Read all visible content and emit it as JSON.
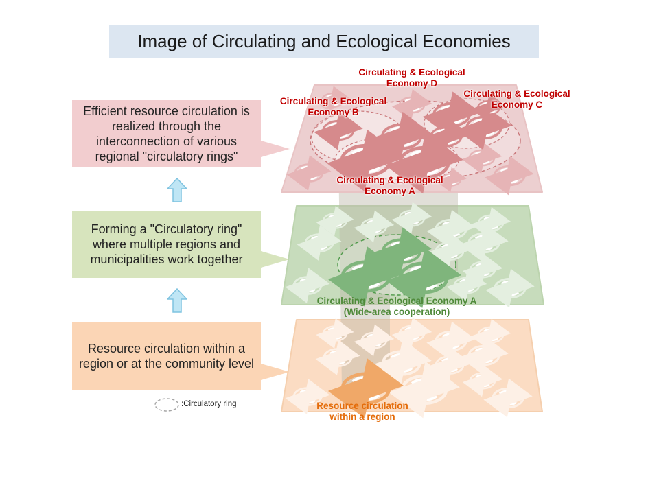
{
  "title": "Image of Circulating and Ecological Economies",
  "callouts": {
    "top": "Efficient resource circulation is realized through the interconnection of various regional \"circulatory rings\"",
    "middle": "Forming a \"Circulatory ring\" where multiple regions and municipalities work together",
    "bottom": "Resource circulation within a region or at the community level"
  },
  "labels": {
    "economy_d": "Circulating & Ecological Economy D",
    "economy_b": "Circulating & Ecological Economy B",
    "economy_c": "Circulating & Ecological Economy C",
    "economy_a_top": "Circulating & Ecological Economy A",
    "economy_a_mid": "Circulating & Ecological Economy A",
    "wide_area": "(Wide-area cooperation)",
    "resource_line1": "Resource circulation",
    "resource_line2": "within a region"
  },
  "legend": {
    "text": ":Circulatory ring",
    "icon": "dashed-ellipse-icon"
  },
  "colors": {
    "red_layer": "#eccfd0",
    "green_layer": "#c7dcbc",
    "orange_layer": "#fbdcc3",
    "red_ring": "#d68a8c",
    "green_ring": "#7fb57c",
    "orange_ring": "#f0a868",
    "red_text": "#c00000",
    "green_text": "#4f8a3a",
    "orange_text": "#e46c0a",
    "title_bg": "#dce6f1",
    "arrow": "#bfe6f5"
  }
}
